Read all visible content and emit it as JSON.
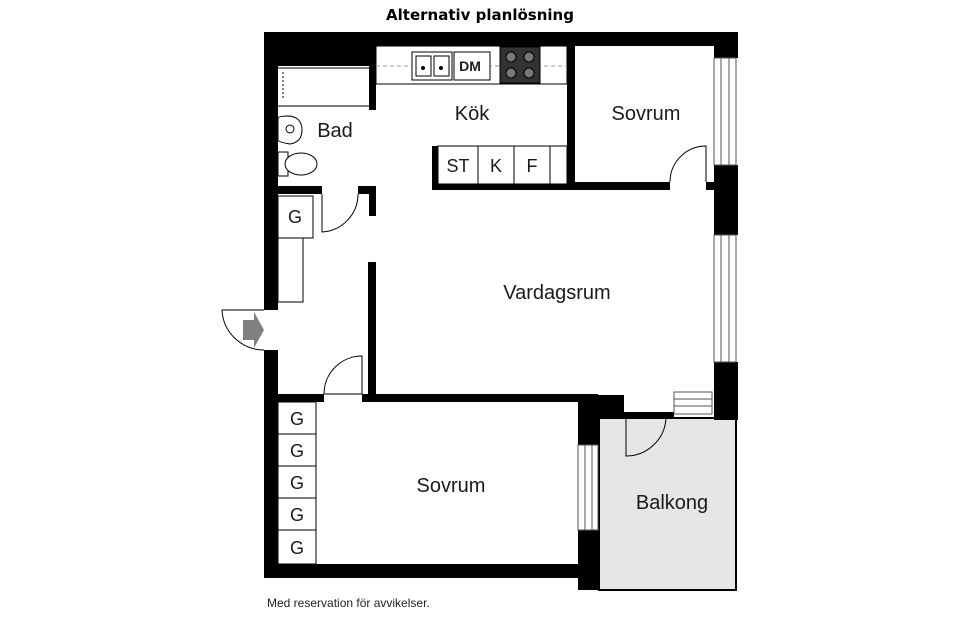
{
  "title": "Alternativ planlösning",
  "disclaimer": "Med reservation för avvikelser.",
  "rooms": {
    "kitchen": "Kök",
    "bath": "Bad",
    "bedroom_top": "Sovrum",
    "living": "Vardagsrum",
    "bedroom_bottom": "Sovrum",
    "balcony": "Balkong"
  },
  "fixtures": {
    "dishwasher": "DM",
    "kitchen_units": [
      "ST",
      "K",
      "F"
    ],
    "hall_wardrobe": "G",
    "bedroom_wardrobes": [
      "G",
      "G",
      "G",
      "G",
      "G"
    ]
  },
  "colors": {
    "wall": "#000000",
    "balcony_fill": "#e6e6e6",
    "window": "#ffffff",
    "entry_arrow": "#808080"
  }
}
